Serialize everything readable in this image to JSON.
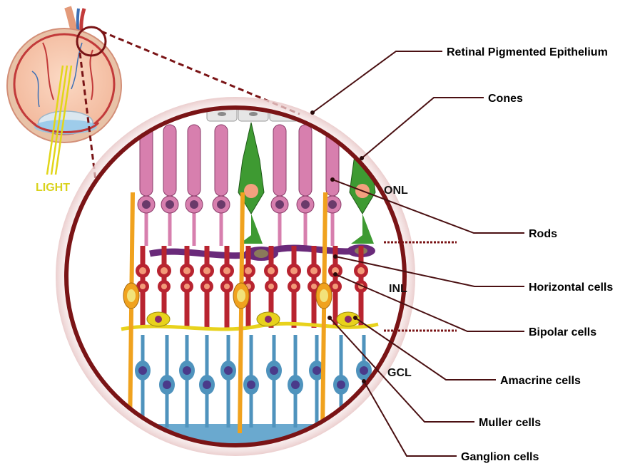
{
  "eye": {
    "light_label": "LIGHT"
  },
  "layers": {
    "onl": "ONL",
    "inl": "INL",
    "gcl": "GCL"
  },
  "labels": {
    "rpe": "Retinal Pigmented Epithelium",
    "cones": "Cones",
    "rods": "Rods",
    "horizontal": "Horizontal cells",
    "bipolar": "Bipolar cells",
    "amacrine": "Amacrine cells",
    "muller": "Muller cells",
    "ganglion": "Ganglion cells"
  },
  "colors": {
    "frame": "#7a1416",
    "rod": "#d77fae",
    "cone": "#3e9a32",
    "bipolar": "#b82430",
    "horizontal": "#6a2a7a",
    "amacrine": "#e8d21c",
    "muller": "#f0a21e",
    "ganglion": "#4f93bd",
    "light": "#e2d61a"
  }
}
